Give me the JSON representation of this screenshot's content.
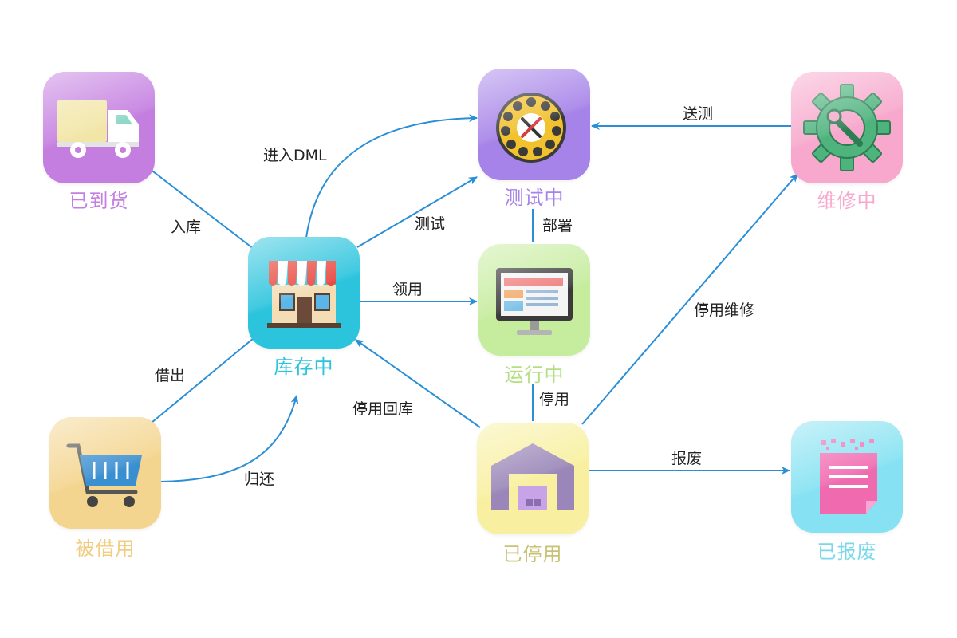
{
  "colors": {
    "arrow": "#2a8fd6",
    "arrived": "#c47ee0",
    "testing": "#a683e8",
    "repair": "#f7a8cc",
    "inventory": "#2cc4dd",
    "running": "#c6ec9e",
    "borrowed": "#f4d58f",
    "stopped": "#f8f0a0",
    "scrapped": "#86e2f2"
  },
  "nodes": {
    "arrived": {
      "label": "已到货",
      "icon": "truck-icon"
    },
    "testing": {
      "label": "测试中",
      "icon": "rotary-phone-tools-icon"
    },
    "repair": {
      "label": "维修中",
      "icon": "gear-wrench-icon"
    },
    "inventory": {
      "label": "库存中",
      "icon": "shop-icon"
    },
    "running": {
      "label": "运行中",
      "icon": "monitor-icon"
    },
    "borrowed": {
      "label": "被借用",
      "icon": "shopping-cart-icon"
    },
    "stopped": {
      "label": "已停用",
      "icon": "warehouse-icon"
    },
    "scrapped": {
      "label": "已报废",
      "icon": "shredded-document-icon"
    }
  },
  "edges": {
    "stock_in": "入库",
    "enter_dml": "进入DML",
    "test": "测试",
    "send_test": "送测",
    "deploy": "部署",
    "take_use": "领用",
    "stop_repair": "停用维修",
    "lend": "借出",
    "give_back": "归还",
    "stop_return": "停用回库",
    "stop": "停用",
    "scrap": "报废"
  }
}
